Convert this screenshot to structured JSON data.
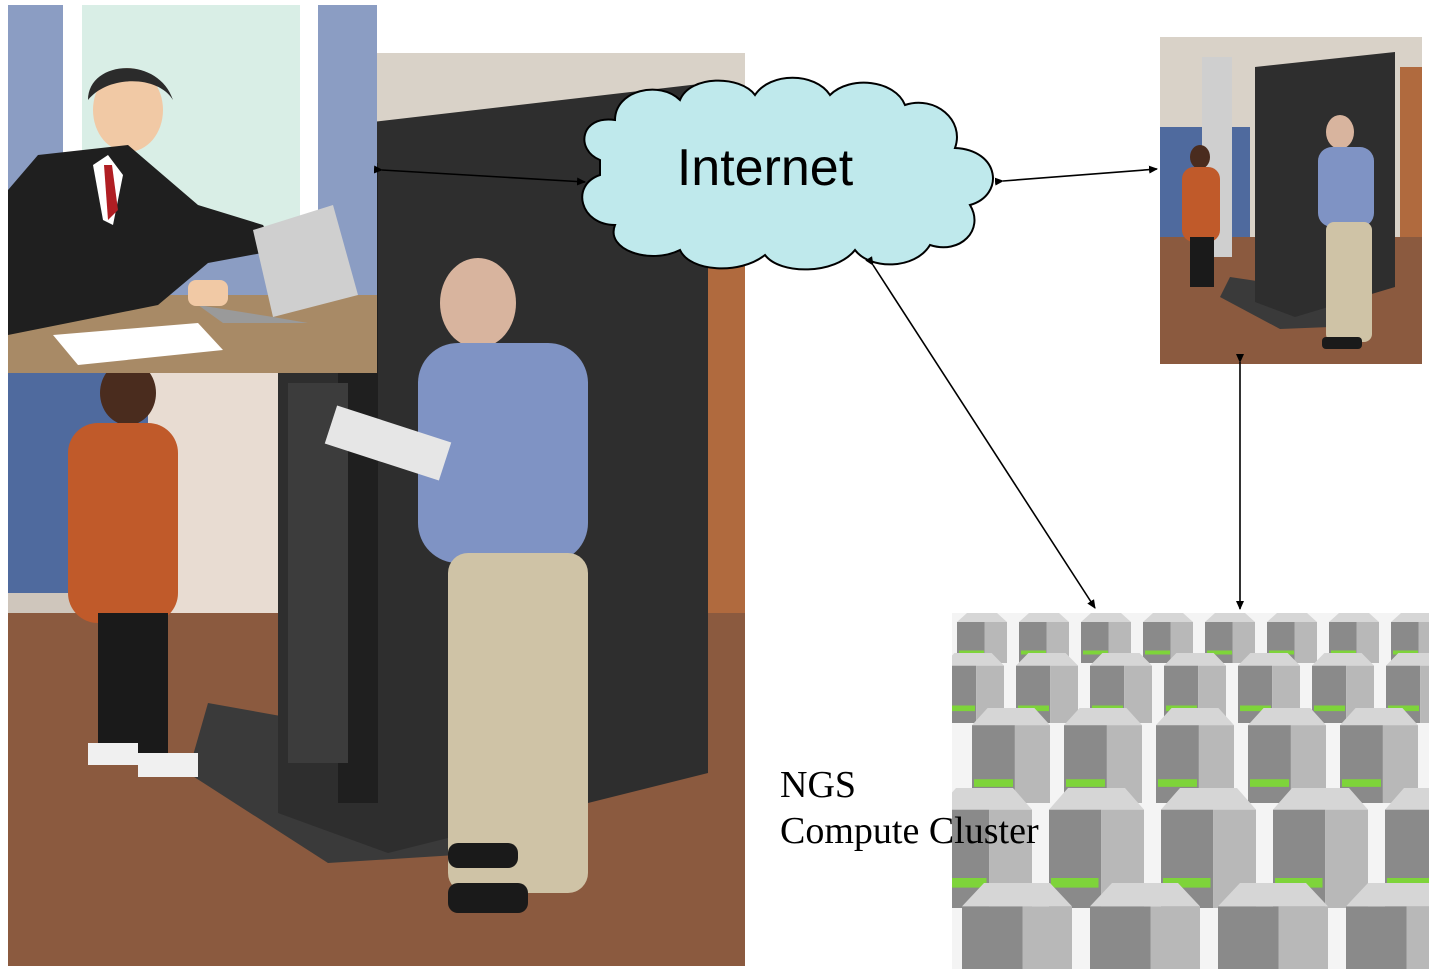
{
  "diagram": {
    "cloud_label": "Internet",
    "cluster_caption_line1": "NGS",
    "cluster_caption_line2": "Compute Cluster"
  },
  "colors": {
    "cloud_fill": "#bfe9ec",
    "arrow": "#000000"
  },
  "icons": {
    "user": "businessman-laptop-clipart",
    "site_large": "supercomputer-photo",
    "site_small": "supercomputer-photo",
    "cluster": "server-rack-cluster-render"
  }
}
